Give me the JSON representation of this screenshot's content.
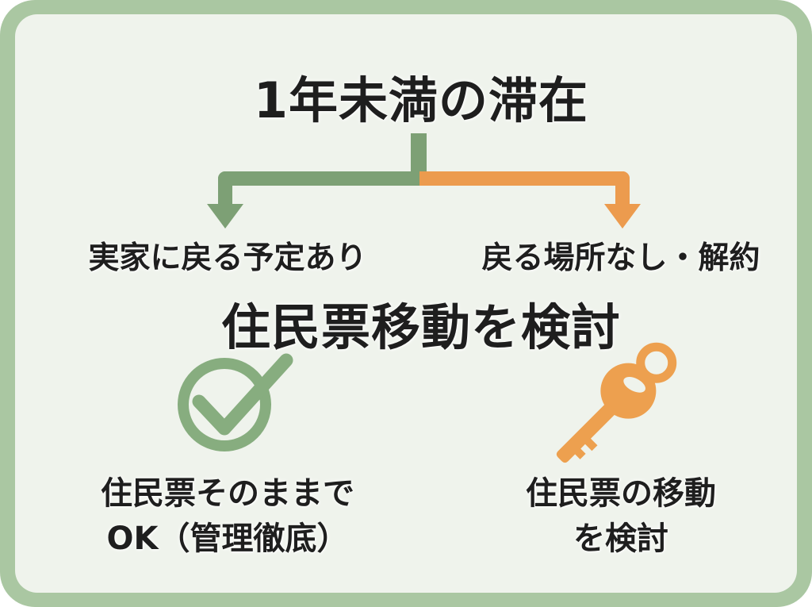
{
  "title": "1年未満の滞在",
  "middle_heading": "住民票移動を検討",
  "branches": {
    "left": {
      "label": "実家に戻る予定あり",
      "icon": "check-circle-icon",
      "lines": [
        "住民票そのままで",
        "OK（管理徹底）"
      ]
    },
    "right": {
      "label": "戻る場所なし・解約",
      "icon": "key-icon",
      "lines": [
        "住民票の移動",
        "を検討"
      ]
    }
  },
  "colors": {
    "frame_green": "#aac7a2",
    "panel_bg": "#eff3ec",
    "branch_green": "#7da075",
    "branch_orange": "#ec9b4e",
    "check_green": "#87ad7f",
    "key_orange": "#eda04f",
    "text": "#1e1e1e"
  }
}
